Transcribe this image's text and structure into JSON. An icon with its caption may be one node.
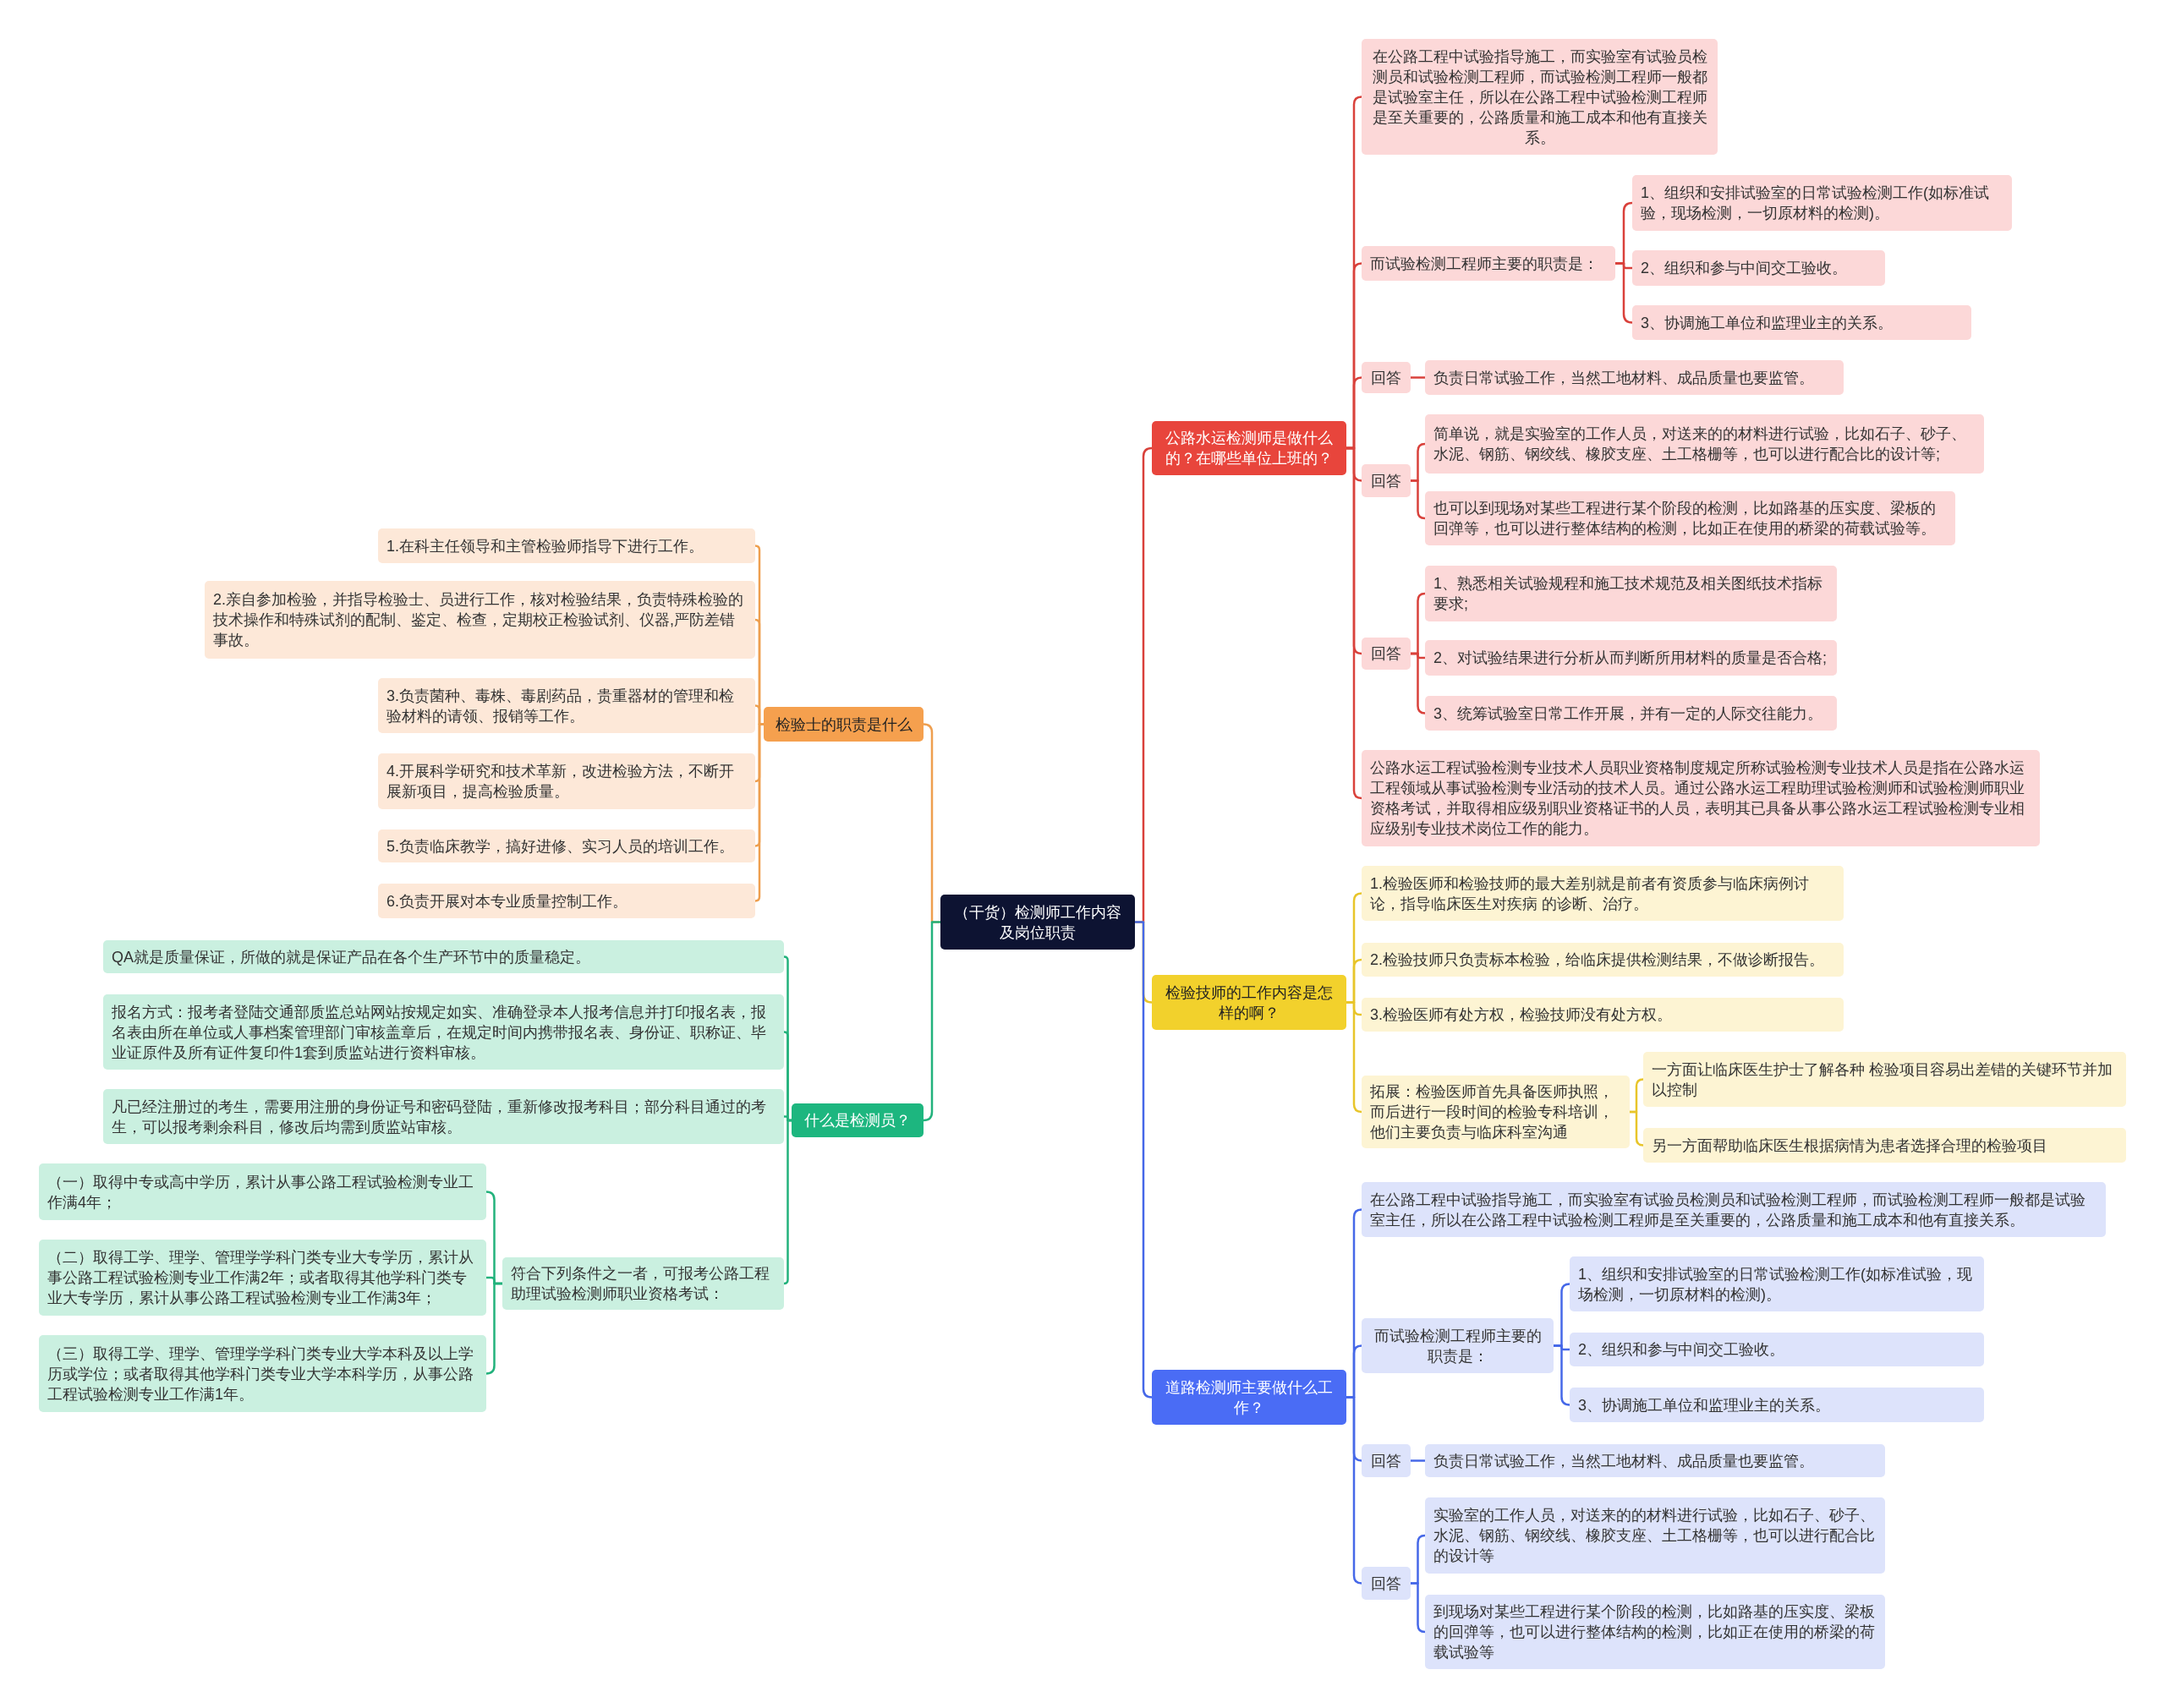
{
  "diagram": {
    "nodes": [
      {
        "text": [
          "（干货）检测师工作内容及岗位职责"
        ]
      },
      {
        "text": [
          "公路水运检测师是做什么的？在哪些单位上班的？"
        ]
      },
      {
        "text": [
          "在公路工程中试验指导施工，而实验室有试验员检测员和试验检测工程师，而试验检测工程师一般都是试验室主任，所以在公路工程中试验检测工程师是至关重要的，公路质量和施工成本和他有直接关系。"
        ]
      },
      {
        "text": [
          "而试验检测工程师主要的职责是："
        ]
      },
      {
        "text": [
          "1、组织和安排试验室的日常试验检测工作(如标准试验，现场检测，一切原材料的检测)。"
        ]
      },
      {
        "text": [
          "2、组织和参与中间交工验收。"
        ]
      },
      {
        "text": [
          "3、协调施工单位和监理业主的关系。"
        ]
      },
      {
        "text": [
          "回答"
        ]
      },
      {
        "text": [
          "负责日常试验工作，当然工地材料、成品质量也要监管。"
        ]
      },
      {
        "text": [
          "回答"
        ]
      },
      {
        "text": [
          "简单说，就是实验室的工作人员，对送来的的材料进行试验，比如石子、砂子、水泥、钢筋、钢绞线、橡胶支座、土工格栅等，也可以进行配合比的设计等;"
        ]
      },
      {
        "text": [
          "也可以到现场对某些工程进行某个阶段的检测，比如路基的压实度、梁板的回弹等，也可以进行整体结构的检测，比如正在使用的桥梁的荷载试验等。"
        ]
      },
      {
        "text": [
          "回答"
        ]
      },
      {
        "text": [
          "1、熟悉相关试验规程和施工技术规范及相关图纸技术指标要求;"
        ]
      },
      {
        "text": [
          "2、对试验结果进行分析从而判断所用材料的质量是否合格;"
        ]
      },
      {
        "text": [
          "3、统筹试验室日常工作开展，并有一定的人际交往能力。"
        ]
      },
      {
        "text": [
          "公路水运工程试验检测专业技术人员职业资格制度规定所称试验检测专业技术人员是指在公路水运工程领域从事试验检测专业活动的技术人员。通过公路水运工程助理试验检测师和试验检测师职业资格考试，并取得相应级别职业资格证书的人员，表明其已具备从事公路水运工程试验检测专业相应级别专业技术岗位工作的能力。"
        ]
      },
      {
        "text": [
          "检验技师的工作内容是怎样的啊？"
        ]
      },
      {
        "text": [
          "1.检验医师和检验技师的最大差别就是前者有资质参与临床病例讨论，指导临床医生对疾病 的诊断、治疗。"
        ]
      },
      {
        "text": [
          "2.检验技师只负责标本检验，给临床提供检测结果，不做诊断报告。"
        ]
      },
      {
        "text": [
          "3.检验医师有处方权，检验技师没有处方权。"
        ]
      },
      {
        "text": [
          "拓展：检验医师首先具备医师执照，而后进行一段时间的检验专科培训，他们主要负责与临床科室沟通"
        ]
      },
      {
        "text": [
          "一方面让临床医生护士了解各种 检验项目容易出差错的关键环节并加以控制"
        ]
      },
      {
        "text": [
          "另一方面帮助临床医生根据病情为患者选择合理的检验项目"
        ]
      },
      {
        "text": [
          "道路检测师主要做什么工作？"
        ]
      },
      {
        "text": [
          "在公路工程中试验指导施工，而实验室有试验员检测员和试验检测工程师，而试验检测工程师一般都是试验室主任，所以在公路工程中试验检测工程师是至关重要的，公路质量和施工成本和他有直接关系。"
        ]
      },
      {
        "text": [
          "而试验检测工程师主要的职责是："
        ]
      },
      {
        "text": [
          "1、组织和安排试验室的日常试验检测工作(如标准试验，现场检测，一切原材料的检测)。"
        ]
      },
      {
        "text": [
          "2、组织和参与中间交工验收。"
        ]
      },
      {
        "text": [
          "3、协调施工单位和监理业主的关系。"
        ]
      },
      {
        "text": [
          "回答"
        ]
      },
      {
        "text": [
          "负责日常试验工作，当然工地材料、成品质量也要监管。"
        ]
      },
      {
        "text": [
          "回答"
        ]
      },
      {
        "text": [
          "实验室的工作人员，对送来的的材料进行试验，比如石子、砂子、水泥、钢筋、钢绞线、橡胶支座、土工格栅等，也可以进行配合比的设计等"
        ]
      },
      {
        "text": [
          "到现场对某些工程进行某个阶段的检测，比如路基的压实度、梁板的回弹等，也可以进行整体结构的检测，比如正在使用的桥梁的荷载试验等"
        ]
      },
      {
        "text": [
          "检验士的职责是什么"
        ]
      },
      {
        "text": [
          "1.在科主任领导和主管检验师指导下进行工作。"
        ]
      },
      {
        "text": [
          "2.亲自参加检验，并指导检验士、员进行工作，核对检验结果，负责特殊检验的技术操作和特殊试剂的配制、鉴定、检查，定期校正检验试剂、仪器,严防差错事故。"
        ]
      },
      {
        "text": [
          "3.负责菌种、毒株、毒剧药品，贵重器材的管理和检验材料的请领、报销等工作。"
        ]
      },
      {
        "text": [
          "4.开展科学研究和技术革新，改进检验方法，不断开展新项目，提高检验质量。"
        ]
      },
      {
        "text": [
          "5.负责临床教学，搞好进修、实习人员的培训工作。"
        ]
      },
      {
        "text": [
          "6.负责开展对本专业质量控制工作。"
        ]
      },
      {
        "text": [
          "什么是检测员？"
        ]
      },
      {
        "text": [
          "QA就是质量保证，所做的就是保证产品在各个生产环节中的质量稳定。"
        ]
      },
      {
        "text": [
          "报名方式：报考者登陆交通部质监总站网站按规定如实、准确登录本人报考信息并打印报名表，报名表由所在单位或人事档案管理部门审核盖章后，在规定时间内携带报名表、身份证、职称证、毕业证原件及所有证件复印件1套到质监站进行资料审核。"
        ]
      },
      {
        "text": [
          "凡已经注册过的考生，需要用注册的身份证号和密码登陆，重新修改报考科目；部分科目通过的考生，可以报考剩余科目，修改后均需到质监站审核。"
        ]
      },
      {
        "text": [
          "符合下列条件之一者，可报考公路工程助理试验检测师职业资格考试："
        ]
      },
      {
        "text": [
          "（一）取得中专或高中学历，累计从事公路工程试验检测专业工作满4年；"
        ]
      },
      {
        "text": [
          "（二）取得工学、理学、管理学学科门类专业大专学历，累计从事公路工程试验检测专业工作满2年；或者取得其他学科门类专业大专学历，累计从事公路工程试验检测专业工作满3年；"
        ]
      },
      {
        "text": [
          "（三）取得工学、理学、管理学学科门类专业大学本科及以上学历或学位；或者取得其他学科门类专业大学本科学历，从事公路工程试验检测专业工作满1年。"
        ]
      }
    ],
    "edges": [
      {
        "from": 0,
        "to": 1,
        "arrow": "none",
        "color": "#d9413b"
      },
      {
        "from": 1,
        "to": 2,
        "arrow": "none",
        "color": "#d9413b"
      },
      {
        "from": 1,
        "to": 3,
        "arrow": "none",
        "color": "#d9413b"
      },
      {
        "from": 3,
        "to": 4,
        "arrow": "none",
        "color": "#d9413b"
      },
      {
        "from": 3,
        "to": 5,
        "arrow": "none",
        "color": "#d9413b"
      },
      {
        "from": 3,
        "to": 6,
        "arrow": "none",
        "color": "#d9413b"
      },
      {
        "from": 1,
        "to": 7,
        "arrow": "none",
        "color": "#d9413b"
      },
      {
        "from": 7,
        "to": 8,
        "arrow": "none",
        "color": "#d9413b"
      },
      {
        "from": 1,
        "to": 9,
        "arrow": "none",
        "color": "#d9413b"
      },
      {
        "from": 9,
        "to": 10,
        "arrow": "none",
        "color": "#d9413b"
      },
      {
        "from": 9,
        "to": 11,
        "arrow": "none",
        "color": "#d9413b"
      },
      {
        "from": 1,
        "to": 12,
        "arrow": "none",
        "color": "#d9413b"
      },
      {
        "from": 12,
        "to": 13,
        "arrow": "none",
        "color": "#d9413b"
      },
      {
        "from": 12,
        "to": 14,
        "arrow": "none",
        "color": "#d9413b"
      },
      {
        "from": 12,
        "to": 15,
        "arrow": "none",
        "color": "#d9413b"
      },
      {
        "from": 1,
        "to": 16,
        "arrow": "none",
        "color": "#d9413b"
      },
      {
        "from": 0,
        "to": 17,
        "arrow": "none",
        "color": "#e8c52a"
      },
      {
        "from": 17,
        "to": 18,
        "arrow": "none",
        "color": "#e8c52a"
      },
      {
        "from": 17,
        "to": 19,
        "arrow": "none",
        "color": "#e8c52a"
      },
      {
        "from": 17,
        "to": 20,
        "arrow": "none",
        "color": "#e8c52a"
      },
      {
        "from": 17,
        "to": 21,
        "arrow": "none",
        "color": "#e8c52a"
      },
      {
        "from": 21,
        "to": 22,
        "arrow": "none",
        "color": "#e8c52a"
      },
      {
        "from": 21,
        "to": 23,
        "arrow": "none",
        "color": "#e8c52a"
      },
      {
        "from": 0,
        "to": 24,
        "arrow": "none",
        "color": "#4668e8"
      },
      {
        "from": 24,
        "to": 25,
        "arrow": "none",
        "color": "#4668e8"
      },
      {
        "from": 24,
        "to": 26,
        "arrow": "none",
        "color": "#4668e8"
      },
      {
        "from": 26,
        "to": 27,
        "arrow": "none",
        "color": "#4668e8"
      },
      {
        "from": 26,
        "to": 28,
        "arrow": "none",
        "color": "#4668e8"
      },
      {
        "from": 26,
        "to": 29,
        "arrow": "none",
        "color": "#4668e8"
      },
      {
        "from": 24,
        "to": 30,
        "arrow": "none",
        "color": "#4668e8"
      },
      {
        "from": 30,
        "to": 31,
        "arrow": "none",
        "color": "#4668e8"
      },
      {
        "from": 24,
        "to": 32,
        "arrow": "none",
        "color": "#4668e8"
      },
      {
        "from": 32,
        "to": 33,
        "arrow": "none",
        "color": "#4668e8"
      },
      {
        "from": 32,
        "to": 34,
        "arrow": "none",
        "color": "#4668e8"
      },
      {
        "from": 0,
        "to": 35,
        "arrow": "none",
        "color": "#ee9f4f"
      },
      {
        "from": 35,
        "to": 36,
        "arrow": "none",
        "color": "#ee9f4f"
      },
      {
        "from": 35,
        "to": 37,
        "arrow": "none",
        "color": "#ee9f4f"
      },
      {
        "from": 35,
        "to": 38,
        "arrow": "none",
        "color": "#ee9f4f"
      },
      {
        "from": 35,
        "to": 39,
        "arrow": "none",
        "color": "#ee9f4f"
      },
      {
        "from": 35,
        "to": 40,
        "arrow": "none",
        "color": "#ee9f4f"
      },
      {
        "from": 35,
        "to": 41,
        "arrow": "none",
        "color": "#ee9f4f"
      },
      {
        "from": 0,
        "to": 42,
        "arrow": "none",
        "color": "#23b27c"
      },
      {
        "from": 42,
        "to": 43,
        "arrow": "none",
        "color": "#23b27c"
      },
      {
        "from": 42,
        "to": 44,
        "arrow": "none",
        "color": "#23b27c"
      },
      {
        "from": 42,
        "to": 45,
        "arrow": "none",
        "color": "#23b27c"
      },
      {
        "from": 42,
        "to": 46,
        "arrow": "none",
        "color": "#23b27c"
      },
      {
        "from": 46,
        "to": 47,
        "arrow": "none",
        "color": "#23b27c"
      },
      {
        "from": 46,
        "to": 48,
        "arrow": "none",
        "color": "#23b27c"
      },
      {
        "from": 46,
        "to": 49,
        "arrow": "none",
        "color": "#23b27c"
      }
    ]
  }
}
